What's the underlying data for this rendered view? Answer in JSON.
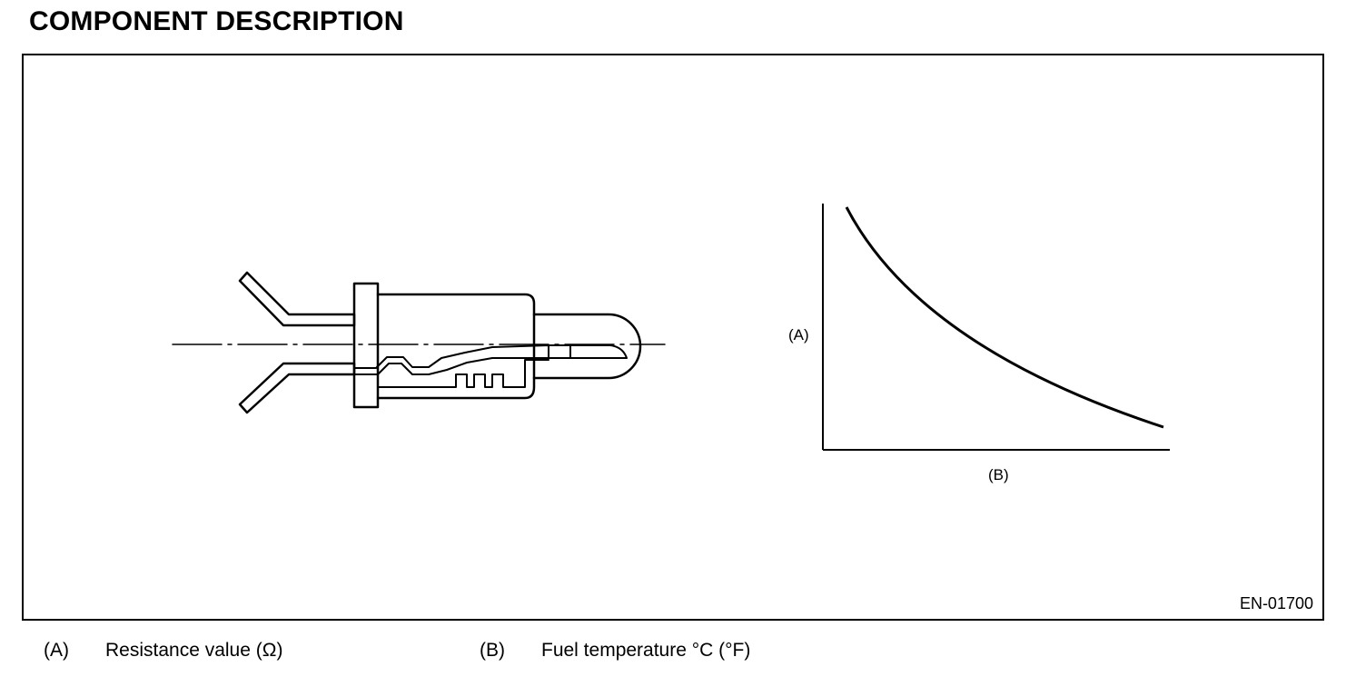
{
  "header": {
    "title": "COMPONENT DESCRIPTION"
  },
  "figure": {
    "id": "EN-01700",
    "graph": {
      "y_axis_label": "(A)",
      "x_axis_label": "(B)",
      "curve": "decreasing"
    }
  },
  "legend": [
    {
      "key": "(A)",
      "text": "Resistance value (Ω)"
    },
    {
      "key": "(B)",
      "text": "Fuel temperature °C (°F)"
    }
  ]
}
